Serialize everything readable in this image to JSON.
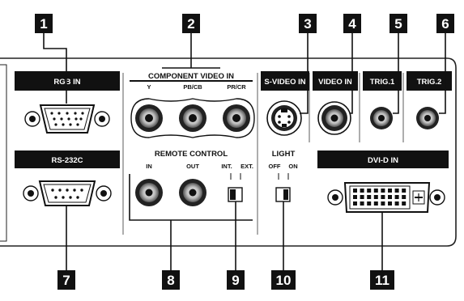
{
  "callouts": [
    "1",
    "2",
    "3",
    "4",
    "5",
    "6",
    "7",
    "8",
    "9",
    "10",
    "11"
  ],
  "labels": {
    "rgb_in": "RGB IN",
    "component_video_in": "COMPONENT VIDEO IN",
    "y": "Y",
    "pb_cb": "PB/CB",
    "pr_cr": "PR/CR",
    "s_video_in": "S-VIDEO IN",
    "video_in": "VIDEO IN",
    "trig1": "TRIG.1",
    "trig2": "TRIG.2",
    "rs232c": "RS-232C",
    "remote_control": "REMOTE CONTROL",
    "in": "IN",
    "out": "OUT",
    "int": "INT.",
    "ext": "EXT.",
    "light": "LIGHT",
    "off": "OFF",
    "on": "ON",
    "dvi_d_in": "DVI-D IN"
  }
}
